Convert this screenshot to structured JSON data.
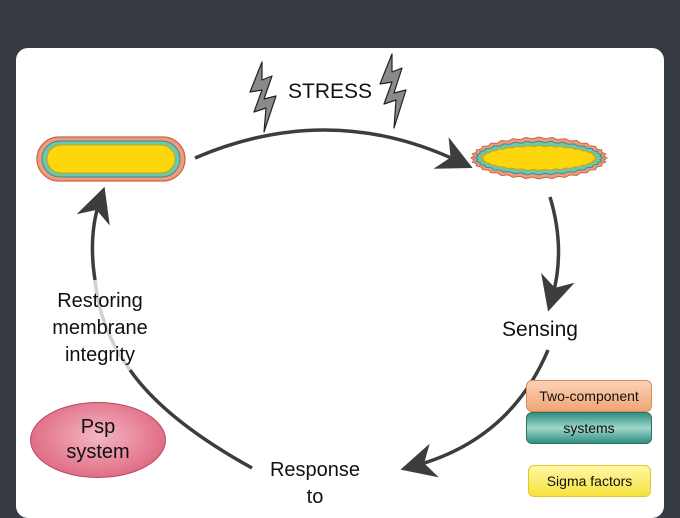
{
  "diagram": {
    "stress_label": "STRESS",
    "sensing_label": "Sensing",
    "restoring_label": [
      "Restoring",
      "membrane",
      "integrity"
    ],
    "response_label": [
      "Response",
      "to"
    ],
    "psp_label": [
      "Psp",
      "system"
    ],
    "two_component_label": [
      "Two-component",
      "systems"
    ],
    "sigma_label": "Sigma factors"
  },
  "colors": {
    "background": "#353a43",
    "card": "#ffffff",
    "arrow": "#3d3d3d",
    "cell_core": "#fdd60d",
    "cell_inner": "#6cc5b5",
    "cell_outer": "#f39a7a",
    "psp_fill": "#e57e93",
    "sigma_fill": "#f6e23c"
  }
}
